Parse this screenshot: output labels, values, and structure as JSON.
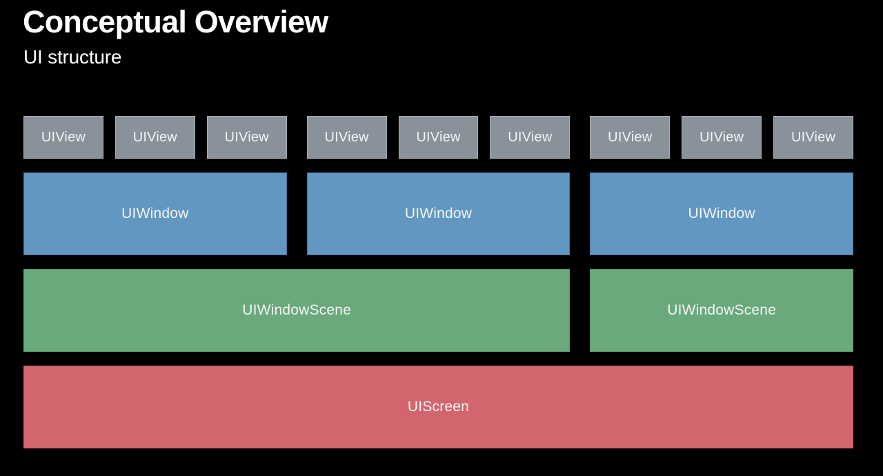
{
  "slide": {
    "title": "Conceptual Overview",
    "subtitle": "UI structure"
  },
  "diagram": {
    "views": [
      "UIView",
      "UIView",
      "UIView",
      "UIView",
      "UIView",
      "UIView",
      "UIView",
      "UIView",
      "UIView"
    ],
    "windows": [
      "UIWindow",
      "UIWindow",
      "UIWindow"
    ],
    "scenes": [
      "UIWindowScene",
      "UIWindowScene"
    ],
    "screen": "UIScreen"
  },
  "colors": {
    "background": "#000000",
    "title_text": "#FFFFFF",
    "label_color": "#F2F4F5",
    "view_fill": "#89919B",
    "view_border": "#A9AFB6",
    "window_fill": "#6297C1",
    "window_border": "#45749B",
    "scene_fill": "#6AA97C",
    "scene_border": "#5E9C71",
    "screen_fill": "#D3656F",
    "screen_border": "#C75D68"
  }
}
